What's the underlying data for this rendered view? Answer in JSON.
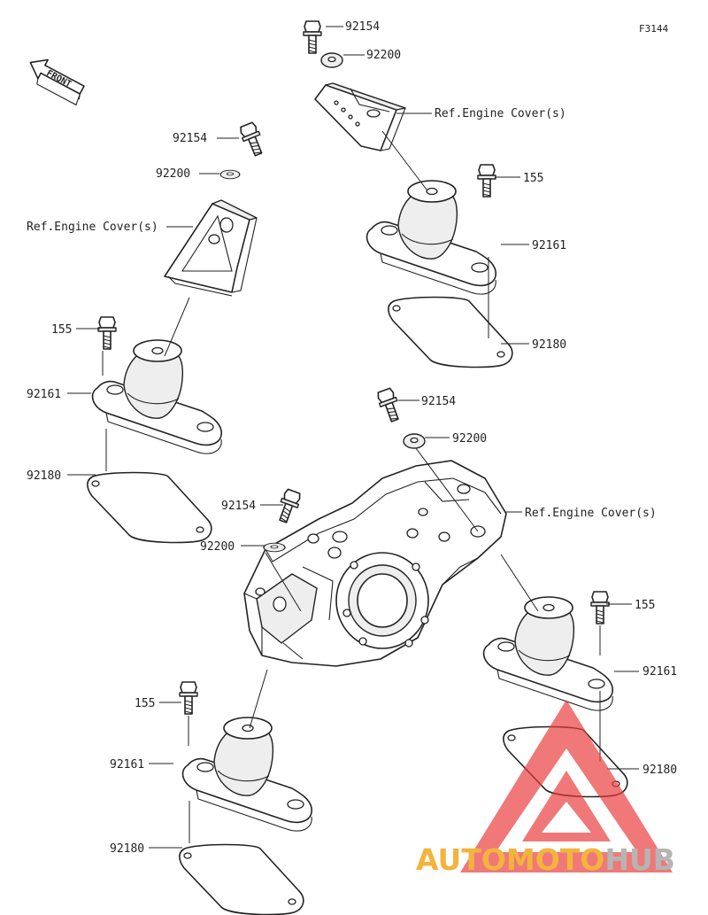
{
  "figure_code": "F3144",
  "front_label": "FRONT",
  "watermark": {
    "auto": "AUTO",
    "moto": "MOTO",
    "hub": "HUB",
    "color_auto": "#f2a71b",
    "color_moto": "#f2a71b",
    "color_hub": "#a9a9a9",
    "triangle_color": "#e8393a"
  },
  "labels": [
    {
      "id": "bolt-top-right",
      "text": "92154"
    },
    {
      "id": "washer-top-right",
      "text": "92200"
    },
    {
      "id": "ref-top-right",
      "text": "Ref.Engine Cover(s)"
    },
    {
      "id": "bolt155-top-right",
      "text": "155"
    },
    {
      "id": "mount-top-right",
      "text": "92161"
    },
    {
      "id": "gasket-top-right",
      "text": "92180"
    },
    {
      "id": "bolt-left",
      "text": "92154"
    },
    {
      "id": "washer-left",
      "text": "92200"
    },
    {
      "id": "ref-left",
      "text": "Ref.Engine Cover(s)"
    },
    {
      "id": "bolt155-left",
      "text": "155"
    },
    {
      "id": "mount-left",
      "text": "92161"
    },
    {
      "id": "gasket-left",
      "text": "92180"
    },
    {
      "id": "bolt-center",
      "text": "92154"
    },
    {
      "id": "washer-center",
      "text": "92200"
    },
    {
      "id": "ref-center",
      "text": "Ref.Engine Cover(s)"
    },
    {
      "id": "bolt-mid-left",
      "text": "92154"
    },
    {
      "id": "washer-mid-left",
      "text": "92200"
    },
    {
      "id": "bolt155-mid-right",
      "text": "155"
    },
    {
      "id": "mount-mid-right",
      "text": "92161"
    },
    {
      "id": "gasket-mid-right",
      "text": "92180"
    },
    {
      "id": "bolt155-bottom",
      "text": "155"
    },
    {
      "id": "mount-bottom",
      "text": "92161"
    },
    {
      "id": "gasket-bottom",
      "text": "92180"
    }
  ]
}
